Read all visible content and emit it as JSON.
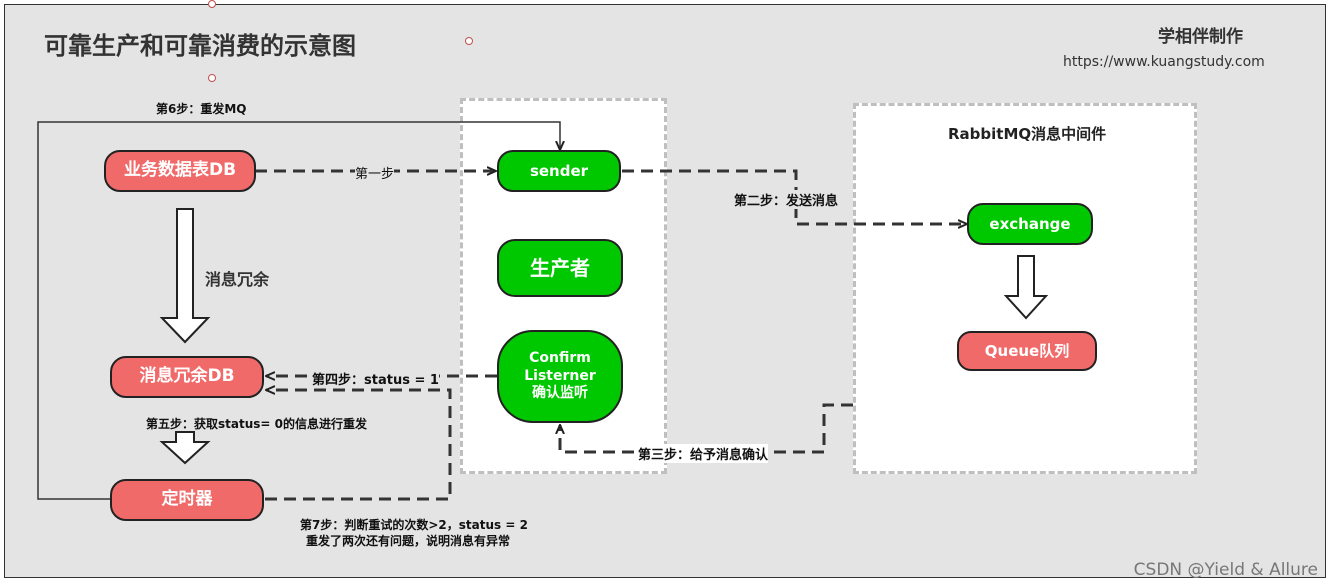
{
  "title": "可靠生产和可靠消费的示意图",
  "author": "学相伴制作",
  "url": "https://www.kuangstudy.com",
  "mq_panel_title": "RabbitMQ消息中间件",
  "nodes": {
    "business_db": "业务数据表DB",
    "redundant_db": "消息冗余DB",
    "timer": "定时器",
    "sender": "sender",
    "producer": "生产者",
    "confirm": "Confirm\nListerner\n确认监听",
    "exchange": "exchange",
    "queue": "Queue队列"
  },
  "labels": {
    "step1": "第一步",
    "step2": "第二步：发送消息",
    "step3": "第三步：给予消息确认",
    "step4": "第四步：status = 1",
    "step5": "第五步：获取status= 0的信息进行重发",
    "step6": "第6步：重发MQ",
    "step7_line1": "第7步：判断重试的次数>2，status = 2",
    "step7_line2": "重发了两次还有问题，说明消息有异常",
    "redundancy": "消息冗余"
  },
  "watermark": "CSDN @Yield & Allure",
  "colors": {
    "red_node": "#f16a6a",
    "green_node": "#00c800",
    "background": "#e4e4e4"
  }
}
